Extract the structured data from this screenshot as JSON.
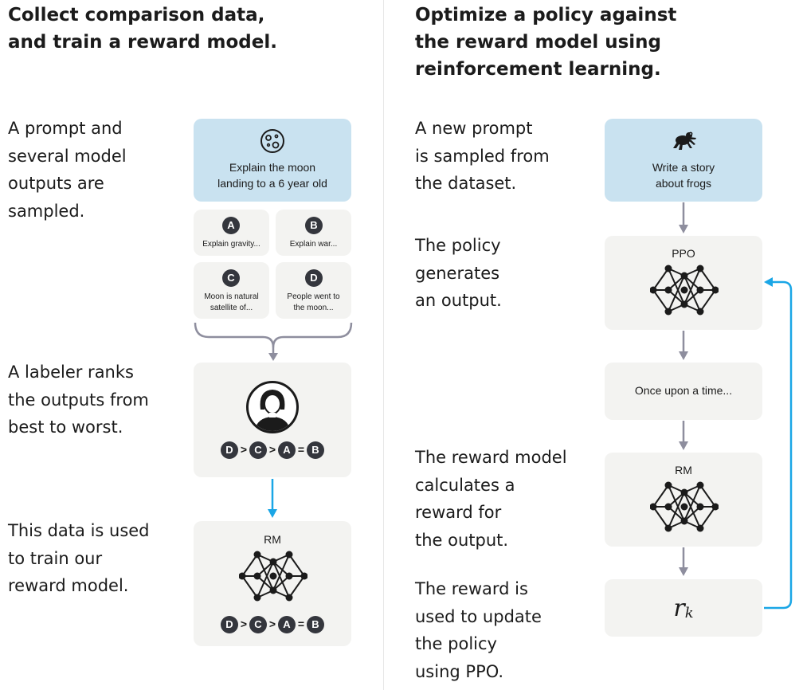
{
  "left_panel": {
    "heading": [
      "Collect comparison data,",
      "and train a reward model."
    ],
    "step1_text": [
      "A prompt and",
      "several model",
      "outputs are",
      "sampled."
    ],
    "step2_text": [
      "A labeler ranks",
      "the outputs from",
      "best to worst."
    ],
    "step3_text": [
      "This data is used",
      "to train our",
      "reward model."
    ],
    "prompt": [
      "Explain the moon",
      "landing to a 6 year old"
    ],
    "outputs": [
      {
        "badge": "A",
        "text": [
          "Explain gravity..."
        ]
      },
      {
        "badge": "B",
        "text": [
          "Explain war..."
        ]
      },
      {
        "badge": "C",
        "text": [
          "Moon is natural",
          "satellite of..."
        ]
      },
      {
        "badge": "D",
        "text": [
          "People went to",
          "the moon..."
        ]
      }
    ],
    "ranking": {
      "b1": "D",
      "op1": ">",
      "b2": "C",
      "op2": ">",
      "b3": "A",
      "op3": "=",
      "b4": "B"
    },
    "rm_label": "RM"
  },
  "right_panel": {
    "heading": [
      "Optimize a policy against",
      "the reward model using",
      "reinforcement learning."
    ],
    "step1_text": [
      "A new prompt",
      "is sampled from",
      "the dataset."
    ],
    "step2_text": [
      "The policy",
      "generates",
      "an output."
    ],
    "step3_text": [
      "The reward model",
      "calculates a",
      "reward for",
      "the output."
    ],
    "step4_text": [
      "The reward is",
      "used to update",
      "the policy",
      "using PPO."
    ],
    "prompt": [
      "Write a story",
      "about frogs"
    ],
    "ppo_label": "PPO",
    "output_text": "Once upon a time...",
    "rm_label": "RM",
    "reward_symbol": "r",
    "reward_subscript": "k"
  },
  "colors": {
    "blue_box": "#c9e2f0",
    "grey_box": "#f3f3f1",
    "accent_arrow": "#1aa6e6",
    "grey_arrow": "#8e8e9e",
    "badge": "#34363d"
  },
  "icons": [
    "moon-icon",
    "frog-icon",
    "person-icon",
    "neural-net-icon"
  ]
}
